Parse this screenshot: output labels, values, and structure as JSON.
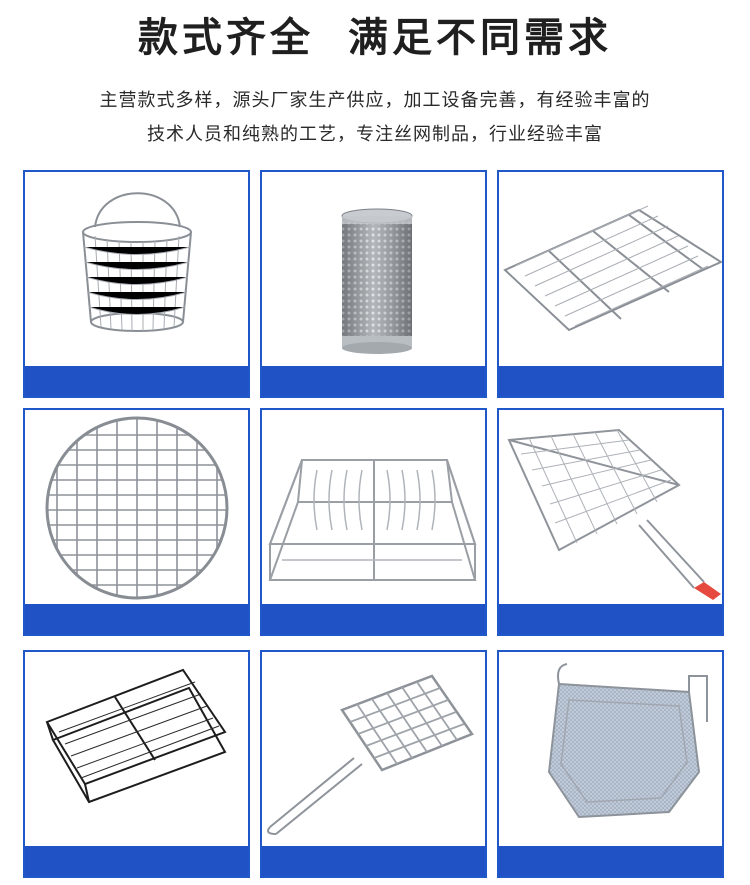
{
  "header": {
    "title_left": "款式齐全",
    "title_right": "满足不同需求",
    "subtitle_line1": "主营款式多样，源头厂家生产供应，加工设备完善，有经验丰富的",
    "subtitle_line2": "技术人员和纯熟的工艺，专注丝网制品，行业经验丰富"
  },
  "colors": {
    "card_border": "#2057c9",
    "card_bar": "#2052c6",
    "metal": "#8a8f96"
  },
  "products": [
    {
      "name": "round-wire-basket-with-handle",
      "icon": "wire-basket-icon"
    },
    {
      "name": "perforated-cylinder-filter",
      "icon": "cylinder-filter-icon"
    },
    {
      "name": "rectangular-wire-rack",
      "icon": "wire-rack-icon"
    },
    {
      "name": "round-wire-grill",
      "icon": "round-grill-icon"
    },
    {
      "name": "wire-dish-rack-basket",
      "icon": "dish-rack-icon"
    },
    {
      "name": "bbq-grill-clamp-with-handle",
      "icon": "grill-clamp-icon"
    },
    {
      "name": "black-cooling-racks",
      "icon": "cooling-rack-icon"
    },
    {
      "name": "handled-grill-grid",
      "icon": "handled-grill-icon"
    },
    {
      "name": "mesh-fry-basket",
      "icon": "fry-basket-icon"
    }
  ]
}
